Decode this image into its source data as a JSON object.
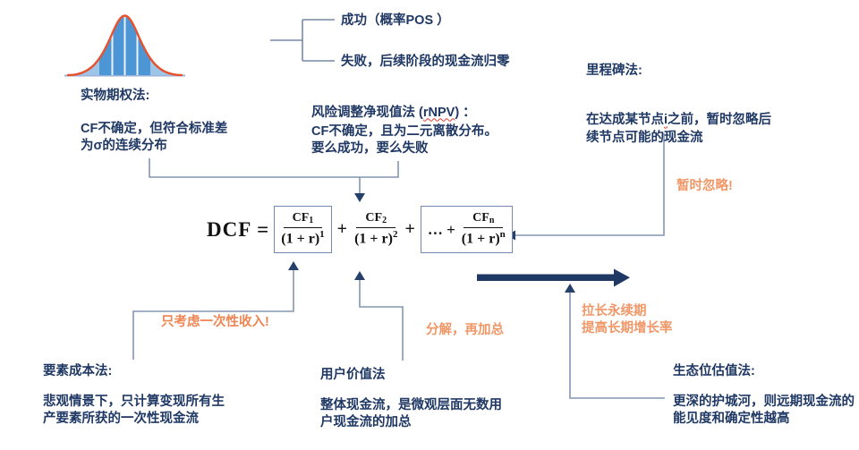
{
  "colors": {
    "navy_text": "#1F3864",
    "orange_annotation": "#F09768",
    "orange_strong": "#EE8552",
    "connector_line": "#8496B0",
    "arrowhead": "#24406B",
    "thick_arrow": "#1F3864",
    "formula_box_border": "#7389AF",
    "bell_curve_stroke": "#E8512D",
    "bell_fill_light": "#9CC5E8",
    "bell_fill_dark": "#4D96D6",
    "squiggle_red": "#e03c31"
  },
  "icons": {
    "bell_curve": "normal-distribution-curve"
  },
  "tree": {
    "success": "成功（概率POS ）",
    "failure": "失败，后续阶段的现金流归零"
  },
  "methods": {
    "real_option": {
      "title": "实物期权法:",
      "body": "CF不确定，但符合标准差\n为σ的连续分布"
    },
    "rnpv": {
      "title_prefix": "风险调整净现值法 (",
      "title_term": "rNPV",
      "title_suffix": ") ：",
      "body": "CF不确定，且为二元离散分布。\n要么成功，要么失败"
    },
    "milestone": {
      "title": "里程碑法:",
      "body_prefix": "在达成某节点",
      "body_term": "i",
      "body_suffix": "之前，暂时忽略后\n续节点可能的现金流"
    },
    "factor_cost": {
      "title": "要素成本法:",
      "body": "悲观情景下，只计算变现所有生\n产要素所获的一次性现金流"
    },
    "user_value": {
      "title": "用户价值法",
      "body": "整体现金流，是微观层面无数用\n户现金流的加总"
    },
    "niche": {
      "title": "生态位估值法:",
      "body": "更深的护城河，则远期现金流的\n能见度和确定性越高"
    }
  },
  "annotations": {
    "ignore": "暂时忽略!",
    "one_time": "只考虑一次性收入!",
    "decompose": "分解，再加总",
    "perpetuity": "拉长永续期\n提高长期增长率"
  },
  "formula": {
    "lhs": "DCF =",
    "term1": {
      "num_base": "CF",
      "num_sub": "1",
      "den_base": "(1 + r)",
      "den_exp": "1"
    },
    "plus1": "+",
    "term2": {
      "num_base": "CF",
      "num_sub": "2",
      "den_base": "(1 + r)",
      "den_exp": "2"
    },
    "plus2": "+",
    "term3": {
      "ellipsis": "… +",
      "num_base": "CF",
      "num_sub": "n",
      "den_base": "(1 + r)",
      "den_exp": "n"
    }
  }
}
